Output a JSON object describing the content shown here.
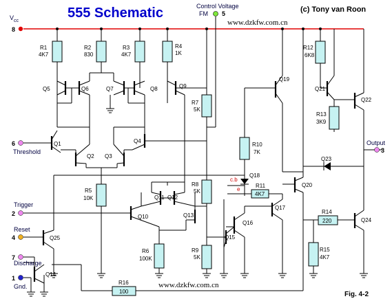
{
  "title": "555 Schematic",
  "copyright": "(c) Tony van Roon",
  "watermark_top": "www.dzkfw.com.cn",
  "watermark_bottom": "www.dzkfw.com.cn",
  "figure_label": "Fig. 4-2",
  "control_voltage": {
    "label1": "Control Voltage",
    "label2": "FM",
    "pin": "5",
    "color": "#7ee83a"
  },
  "colors": {
    "rail": "#e00000",
    "resistor_fill": "#c6f2f2",
    "title": "#0000cc",
    "label_ce": "#cc0000"
  },
  "pins": {
    "vcc": {
      "num": "8",
      "label": "V",
      "sub": "cc",
      "color": "#e00000"
    },
    "threshold": {
      "num": "6",
      "label": "Threshold",
      "color": "#ee88ee"
    },
    "trigger": {
      "num": "2",
      "label": "Trigger",
      "color": "#ee88ee"
    },
    "reset": {
      "num": "4",
      "label": "Reset",
      "color": "#f0b020"
    },
    "discharge": {
      "num": "7",
      "label": "Discharge",
      "color": "#ee88ee"
    },
    "gnd": {
      "num": "1",
      "label": "Gnd.",
      "color": "#2222cc"
    },
    "output": {
      "num": "3",
      "label": "Output",
      "color": "#ee88ee"
    }
  },
  "resistors": {
    "r1": {
      "name": "R1",
      "value": "4K7"
    },
    "r2": {
      "name": "R2",
      "value": "830"
    },
    "r3": {
      "name": "R3",
      "value": "4K7"
    },
    "r4": {
      "name": "R4",
      "value": "1K"
    },
    "r5": {
      "name": "R5",
      "value": "10K"
    },
    "r6": {
      "name": "R6",
      "value": "100K"
    },
    "r7": {
      "name": "R7",
      "value": "5K"
    },
    "r8": {
      "name": "R8",
      "value": "5K"
    },
    "r9": {
      "name": "R9",
      "value": "5K"
    },
    "r10": {
      "name": "R10",
      "value": "7K"
    },
    "r11": {
      "name": "R11",
      "value": "4K7"
    },
    "r12": {
      "name": "R12",
      "value": "6K8"
    },
    "r13": {
      "name": "R13",
      "value": "3K9"
    },
    "r14": {
      "name": "R14",
      "value": "220"
    },
    "r15": {
      "name": "R15",
      "value": "4K7"
    },
    "r16": {
      "name": "R16",
      "value": "100"
    }
  },
  "transistors": {
    "q1": "Q1",
    "q2": "Q2",
    "q3": "Q3",
    "q4": "Q4",
    "q5": "Q5",
    "q6": "Q6",
    "q7": "Q7",
    "q8": "Q8",
    "q9": "Q9",
    "q10": "Q10",
    "q11": "Q11",
    "q12": "Q12",
    "q13": "Q13",
    "q14": "Q14",
    "q15": "Q15",
    "q16": "Q16",
    "q17": "Q17",
    "q18": "Q18",
    "q19": "Q19",
    "q20": "Q20",
    "q21": "Q21",
    "q22": "Q22",
    "q23": "Q23",
    "q24": "Q24",
    "q25": "Q25"
  },
  "q18_labels": {
    "cb": "c.b",
    "e": "e"
  }
}
